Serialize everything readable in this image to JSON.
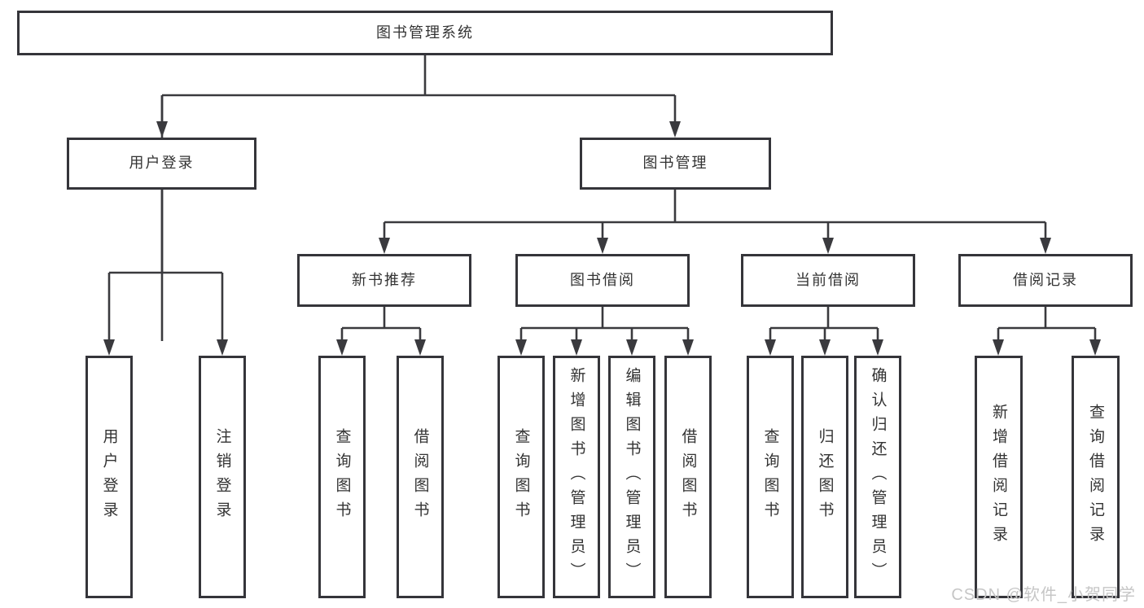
{
  "tree": {
    "label": "图书管理系统",
    "children": [
      {
        "label": "用户登录",
        "children": [
          {
            "label": "用户登录"
          },
          {
            "label": "注销登录"
          }
        ]
      },
      {
        "label": "图书管理",
        "children": [
          {
            "label": "新书推荐",
            "children": [
              {
                "label": "查询图书"
              },
              {
                "label": "借阅图书"
              }
            ]
          },
          {
            "label": "图书借阅",
            "children": [
              {
                "label": "查询图书"
              },
              {
                "label": "新增图书（管理员）"
              },
              {
                "label": "编辑图书（管理员）"
              },
              {
                "label": "借阅图书"
              }
            ]
          },
          {
            "label": "当前借阅",
            "children": [
              {
                "label": "查询图书"
              },
              {
                "label": "归还图书"
              },
              {
                "label": "确认归还（管理员）"
              }
            ]
          },
          {
            "label": "借阅记录",
            "children": [
              {
                "label": "新增借阅记录"
              },
              {
                "label": "查询借阅记录"
              }
            ]
          }
        ]
      }
    ]
  },
  "watermark": "CSDN @软件_小贺同学",
  "colors": {
    "line": "#3a3a3e",
    "box_border": "#35353a",
    "box_fill": "#ffffff",
    "text": "#333333",
    "watermark": "#c6c6c6"
  }
}
